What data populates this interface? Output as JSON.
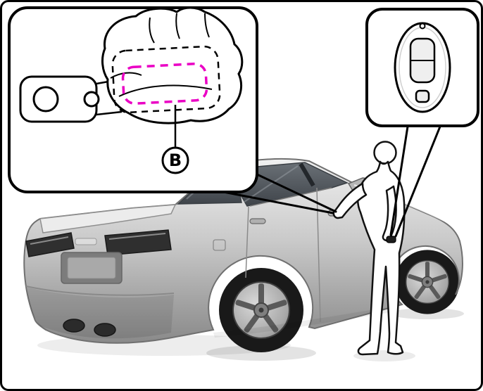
{
  "figure": {
    "callout": {
      "label": "B"
    },
    "colors": {
      "sensor_highlight": "#ea00c4",
      "outline": "#000000",
      "car_body_light": "#f0f0f0",
      "car_body_dark": "#8a8a8a",
      "glass_dark": "#3f444a"
    },
    "insets": {
      "handle_closeup": "door-handle-touch-sensor-closeup",
      "key_closeup": "intelligent-key"
    },
    "scene": {
      "vehicle": "sedan-rear-three-quarter",
      "person": "person-touching-door-handle"
    }
  }
}
